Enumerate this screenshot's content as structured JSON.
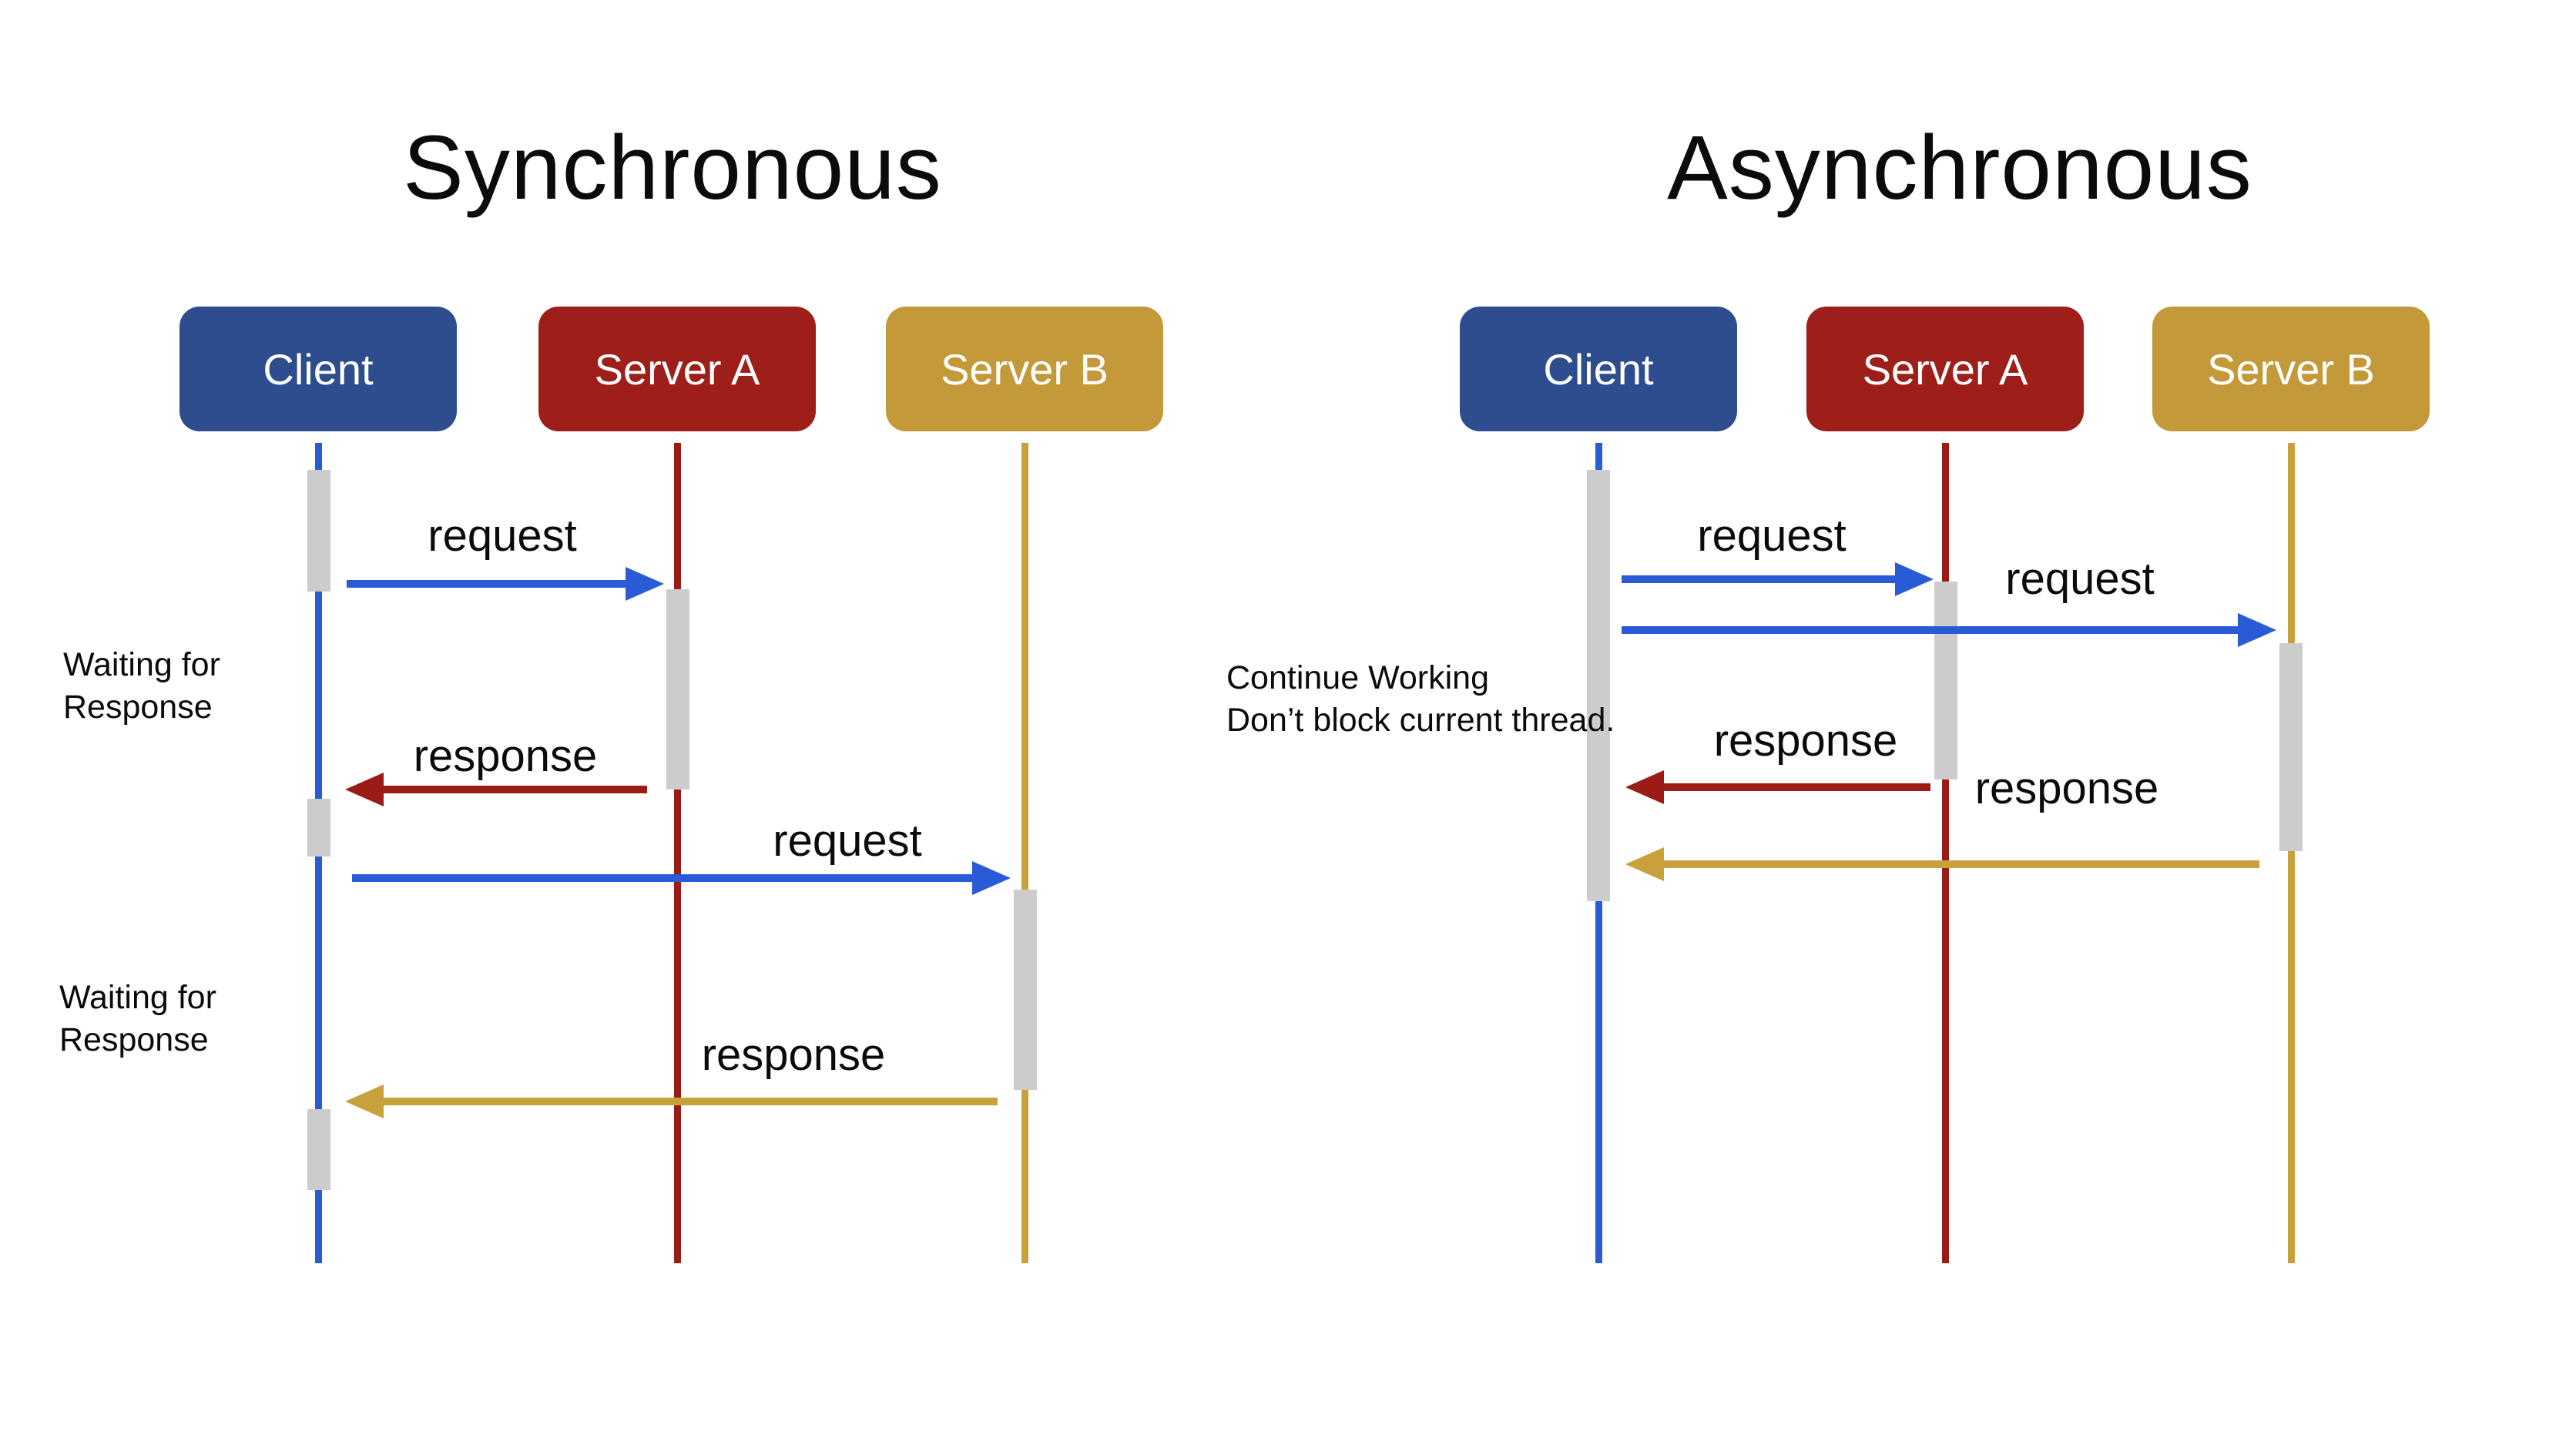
{
  "colors": {
    "clientBox": "#2e4d8f",
    "serverABox": "#9e1f1a",
    "serverBBox": "#c3993a",
    "blueArrow": "#2a5bd7",
    "redArrow": "#9b1c16",
    "goldArrow": "#c8a03c",
    "activation": "#cccccc",
    "text": "#111111"
  },
  "sync": {
    "title": "Synchronous",
    "actors": {
      "client": "Client",
      "server_a": "Server A",
      "server_b": "Server B"
    },
    "messages": {
      "request1": "request",
      "response1": "response",
      "request2": "request",
      "response2": "response"
    },
    "notes": {
      "waiting1": "Waiting for\nResponse",
      "waiting2": "Waiting for\nResponse"
    }
  },
  "async": {
    "title": "Asynchronous",
    "actors": {
      "client": "Client",
      "server_a": "Server A",
      "server_b": "Server B"
    },
    "messages": {
      "request1": "request",
      "request2": "request",
      "response1": "response",
      "response2": "response"
    },
    "notes": {
      "continue": "Continue Working\nDon’t block current thread."
    }
  }
}
